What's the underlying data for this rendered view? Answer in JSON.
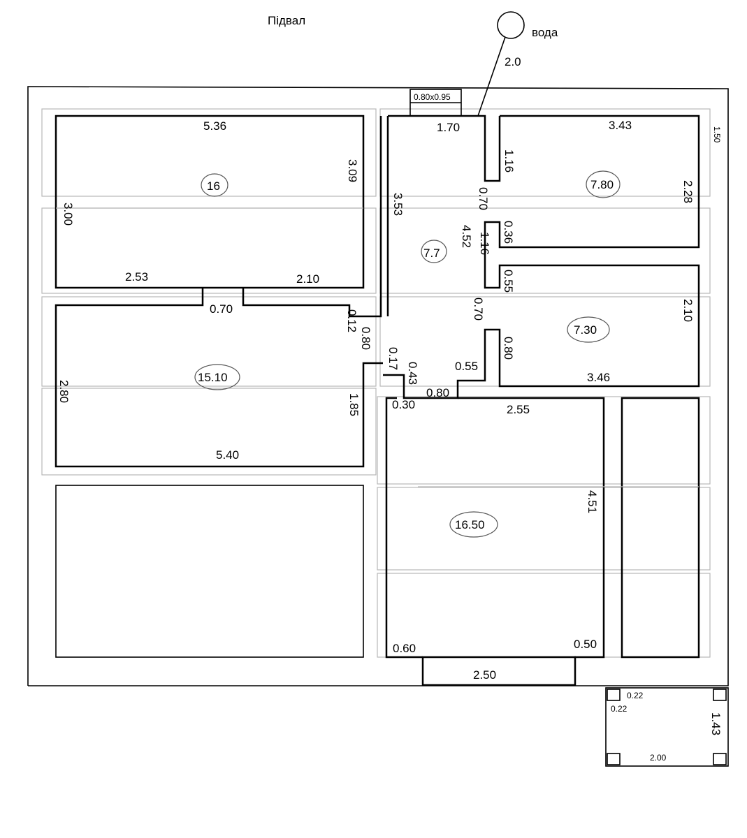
{
  "title": "Підвал",
  "water": {
    "label": "вода",
    "distance": "2.0"
  },
  "opening_top": "0.80x0.95",
  "areas": {
    "r1": "16",
    "r2": "7.80",
    "r3": "7.7",
    "r4": "15.10",
    "r5": "7.30",
    "r6": "16.50"
  },
  "dims": {
    "d1": "5.36",
    "d2": "3.09",
    "d3": "3.00",
    "d4": "1.70",
    "d5": "1.16",
    "d6": "3.43",
    "d7": "1.50",
    "d8": "2.28",
    "d9": "3.53",
    "d10": "0.70",
    "d11": "4.52",
    "d12": "1.16",
    "d13": "0.36",
    "d14": "2.53",
    "d15": "2.10",
    "d16": "0.55",
    "d17": "0.70",
    "d18": "0.12",
    "d19": "0.70",
    "d20": "2.10",
    "d21": "0.80",
    "d22": "0.17",
    "d23": "0.43",
    "d24": "0.55",
    "d25": "0.80",
    "d26": "3.46",
    "d27": "2.80",
    "d28": "1.85",
    "d29": "0.30",
    "d30": "0.80",
    "d31": "2.55",
    "d32": "5.40",
    "d33": "4.51",
    "d34": "0.60",
    "d35": "0.50",
    "d36": "2.50",
    "d37": "0.22",
    "d38": "0.22",
    "d39": "1.43",
    "d40": "2.00"
  }
}
